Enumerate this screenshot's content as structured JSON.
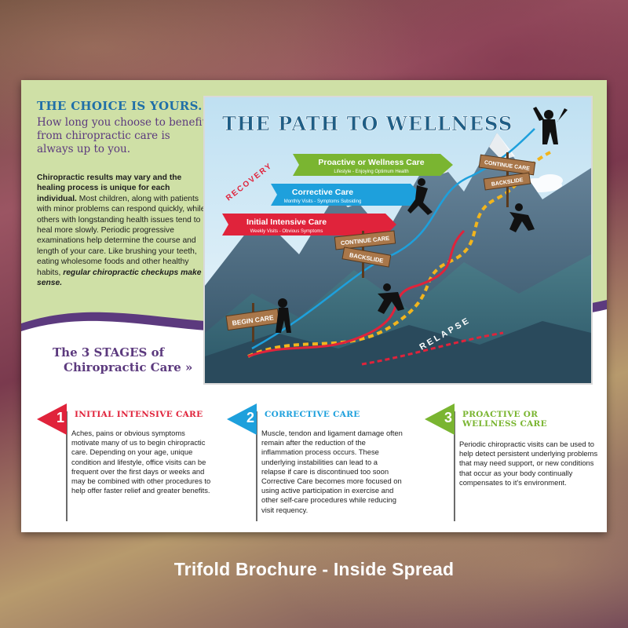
{
  "left_panel": {
    "title": "THE CHOICE IS YOURS.",
    "subtitle": "How long you choose to benefit from chiropractic care is always up to you.",
    "body_bold": "Chiropractic results may vary and the healing process is unique for each individual.",
    "body": " Most children, along with patients with minor problems can respond quickly, while others with longstanding health issues tend to heal more slowly. Periodic progressive examinations help determine the course and length of your care. Like brushing your teeth, eating wholesome foods and other healthy habits, ",
    "body_emph": "regular chiropractic checkups make sense."
  },
  "stages_heading": {
    "line1": "The 3 STAGES of",
    "line2": "Chiropractic Care »"
  },
  "poster": {
    "title": "THE PATH TO WELLNESS",
    "recovery": "RECOVERY",
    "relapse": "RELAPSE",
    "arrows": [
      {
        "label": "Proactive or Wellness Care",
        "sub": "Lifestyle - Enjoying Optimum Health"
      },
      {
        "label": "Corrective Care",
        "sub": "Monthly Visits - Symptoms Subsiding"
      },
      {
        "label": "Initial Intensive Care",
        "sub": "Weekly Visits - Obvious Symptoms"
      }
    ],
    "signs": {
      "begin": "BEGIN CARE",
      "continue_1": "CONTINUE CARE",
      "backslide_1": "BACKSLIDE",
      "continue_2": "CONTINUE CARE",
      "backslide_2": "BACKSLIDE"
    }
  },
  "stages": [
    {
      "number": "1",
      "title": "INITIAL INTENSIVE CARE",
      "color": "#e0233b",
      "text": "Aches, pains or obvious symptoms motivate many of us to begin chiropractic care. Depending on your age, unique condition and lifestyle, office visits can be frequent over the first days or weeks and may be combined with other procedures to help offer faster relief and greater benefits."
    },
    {
      "number": "2",
      "title": "CORRECTIVE CARE",
      "color": "#1ea0dc",
      "text": "Muscle, tendon and ligament damage often remain after the reduction of the inflammation process occurs. These underlying instabilities can lead to a relapse if care is discontinued too soon Corrective Care becomes more focused on using active participation in exercise and other self-care procedures while reducing visit requency."
    },
    {
      "number": "3",
      "title_line1": "PROACTIVE OR",
      "title_line2": "WELLNESS CARE",
      "color": "#7ab531",
      "text": "Periodic chiropractic visits can be used to help detect persistent underlying problems that may need support, or new conditions that occur as your body continually compensates to it's environment."
    }
  ],
  "caption": "Trifold Brochure - Inside Spread"
}
